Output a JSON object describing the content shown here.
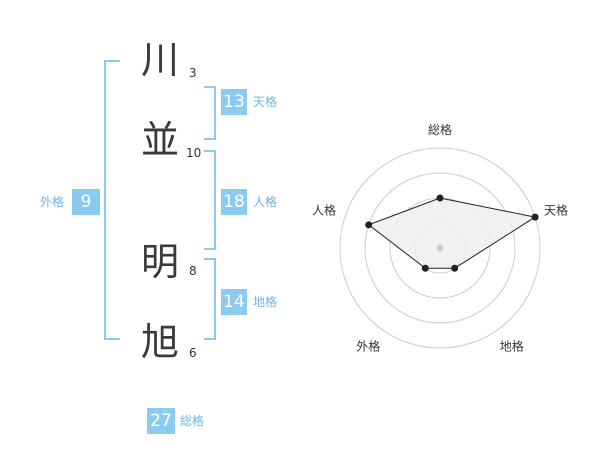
{
  "name": {
    "chars": [
      {
        "char": "川",
        "strokes": "3"
      },
      {
        "char": "並",
        "strokes": "10"
      },
      {
        "char": "明",
        "strokes": "8"
      },
      {
        "char": "旭",
        "strokes": "6"
      }
    ]
  },
  "fortune": {
    "tenkaku": {
      "value": "13",
      "label": "天格"
    },
    "jinkaku": {
      "value": "18",
      "label": "人格"
    },
    "chikaku": {
      "value": "14",
      "label": "地格"
    },
    "gaikaku": {
      "value": "9",
      "label": "外格"
    },
    "soukaku": {
      "value": "27",
      "label": "総格"
    }
  },
  "colors": {
    "accent": "#8ccbf0",
    "accent_text": "#6fb4e0",
    "grid": "#cccccc",
    "polygon_fill": "#eeeeee",
    "polygon_stroke": "#222222"
  },
  "chart_data": {
    "type": "radar",
    "axes": [
      "総格",
      "天格",
      "地格",
      "外格",
      "人格"
    ],
    "values": [
      2,
      4,
      1,
      1,
      3
    ],
    "rmax": 4,
    "rings": 4
  }
}
